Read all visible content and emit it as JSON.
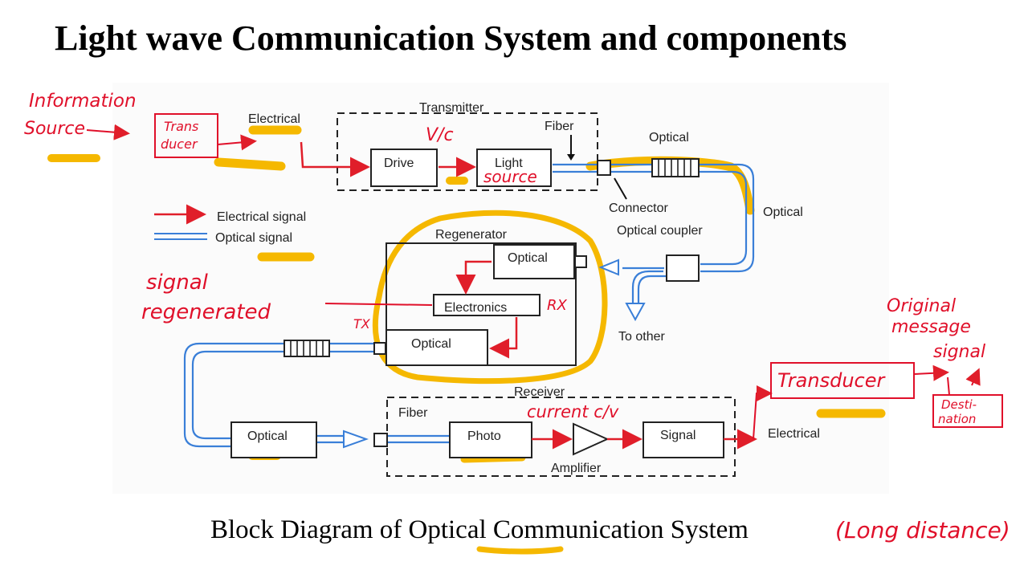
{
  "title": "Light wave Communication System and components",
  "caption": "Block Diagram of Optical Communication System",
  "colors": {
    "electrical": "#e01e2a",
    "optical": "#3a7fd8",
    "ink": "#e0102a",
    "highlight": "#f5b800",
    "block": "#222222"
  },
  "diagram": {
    "transmitter": {
      "title": "Transmitter",
      "drive": "Drive",
      "light_source": "Light",
      "fiber": "Fiber"
    },
    "labels": {
      "electrical_in": "Electrical",
      "optical_top": "Optical",
      "connector": "Connector",
      "optical_right": "Optical",
      "optical_coupler": "Optical coupler",
      "to_other": "To other",
      "electrical_out": "Electrical"
    },
    "legend": {
      "electrical": "Electrical signal",
      "optical": "Optical signal"
    },
    "regenerator": {
      "title": "Regenerator",
      "optical_rx": "Optical",
      "electronics": "Electronics",
      "optical_tx": "Optical"
    },
    "optical_amp": "Optical",
    "receiver": {
      "title": "Receiver",
      "fiber": "Fiber",
      "photo": "Photo",
      "amplifier": "Amplifier",
      "signal": "Signal"
    }
  },
  "annotations": {
    "information_source": [
      "Information",
      "Source"
    ],
    "transducer_in": [
      "Trans",
      "ducer"
    ],
    "vc": "V/c",
    "source": "source",
    "signal_regenerated": [
      "signal",
      "regenerated"
    ],
    "rx": "RX",
    "tx": "TX",
    "current_cv": "current c/v",
    "transducer_out": "Transducer",
    "original_message": [
      "Original",
      "message",
      "signal"
    ],
    "destination": [
      "Desti-",
      "nation"
    ],
    "long_distance": "(Long distance)"
  }
}
